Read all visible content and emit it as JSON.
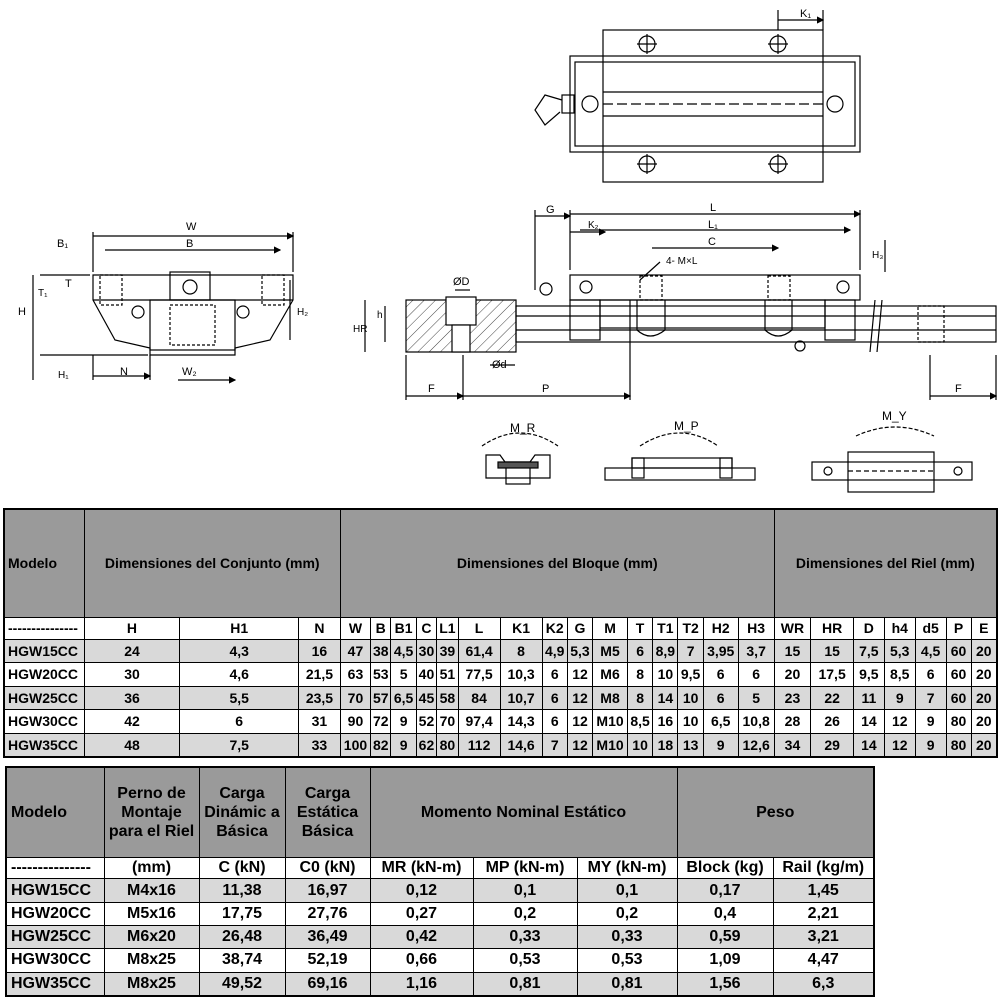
{
  "dim_labels": {
    "K1": "K₁",
    "W": "W",
    "B": "B",
    "B1": "B₁",
    "T": "T",
    "T1": "T₁",
    "H": "H",
    "H2": "H₂",
    "H1": "H₁",
    "N": "N",
    "W2": "W₂",
    "G": "G",
    "L": "L",
    "L1": "L₁",
    "K2": "K₂",
    "C": "C",
    "MxL": "4- M×L",
    "H3": "H₃",
    "OD": "ØD",
    "Od": "Ød",
    "HR": "HR",
    "h": "h",
    "F": "F",
    "P": "P",
    "MR": "M_R",
    "MP": "M_P",
    "MY": "M_Y"
  },
  "table1": {
    "header": {
      "modelo": "Modelo",
      "conjunto": "Dimensiones del Conjunto (mm)",
      "bloque": "Dimensiones del Bloque (mm)",
      "riel": "Dimensiones del Riel (mm)"
    },
    "subheader": [
      "---------------",
      "H",
      "H1",
      "N",
      "W",
      "B",
      "B1",
      "C",
      "L1",
      "L",
      "K1",
      "K2",
      "G",
      "M",
      "T",
      "T1",
      "T2",
      "H2",
      "H3",
      "WR",
      "HR",
      "D",
      "h4",
      "d5",
      "P",
      "E"
    ],
    "rows": [
      [
        "HGW15CC",
        "24",
        "4,3",
        "16",
        "47",
        "38",
        "4,5",
        "30",
        "39",
        "61,4",
        "8",
        "4,9",
        "5,3",
        "M5",
        "6",
        "8,9",
        "7",
        "3,95",
        "3,7",
        "15",
        "15",
        "7,5",
        "5,3",
        "4,5",
        "60",
        "20"
      ],
      [
        "HGW20CC",
        "30",
        "4,6",
        "21,5",
        "63",
        "53",
        "5",
        "40",
        "51",
        "77,5",
        "10,3",
        "6",
        "12",
        "M6",
        "8",
        "10",
        "9,5",
        "6",
        "6",
        "20",
        "17,5",
        "9,5",
        "8,5",
        "6",
        "60",
        "20"
      ],
      [
        "HGW25CC",
        "36",
        "5,5",
        "23,5",
        "70",
        "57",
        "6,5",
        "45",
        "58",
        "84",
        "10,7",
        "6",
        "12",
        "M8",
        "8",
        "14",
        "10",
        "6",
        "5",
        "23",
        "22",
        "11",
        "9",
        "7",
        "60",
        "20"
      ],
      [
        "HGW30CC",
        "42",
        "6",
        "31",
        "90",
        "72",
        "9",
        "52",
        "70",
        "97,4",
        "14,3",
        "6",
        "12",
        "M10",
        "8,5",
        "16",
        "10",
        "6,5",
        "10,8",
        "28",
        "26",
        "14",
        "12",
        "9",
        "80",
        "20"
      ],
      [
        "HGW35CC",
        "48",
        "7,5",
        "33",
        "100",
        "82",
        "9",
        "62",
        "80",
        "112",
        "14,6",
        "7",
        "12",
        "M10",
        "10",
        "18",
        "13",
        "9",
        "12,6",
        "34",
        "29",
        "14",
        "12",
        "9",
        "80",
        "20"
      ]
    ]
  },
  "table2": {
    "header": {
      "modelo": "Modelo",
      "perno": "Perno de Montaje para el Riel",
      "carga_din": "Carga Dinámic a Básica",
      "carga_est": "Carga Estática Básica",
      "momento": "Momento Nominal Estático",
      "peso": "Peso"
    },
    "subheader": [
      "---------------",
      "(mm)",
      "C (kN)",
      "C0 (kN)",
      "MR (kN-m)",
      "MP (kN-m)",
      "MY (kN-m)",
      "Block (kg)",
      "Rail (kg/m)"
    ],
    "rows": [
      [
        "HGW15CC",
        "M4x16",
        "11,38",
        "16,97",
        "0,12",
        "0,1",
        "0,1",
        "0,17",
        "1,45"
      ],
      [
        "HGW20CC",
        "M5x16",
        "17,75",
        "27,76",
        "0,27",
        "0,2",
        "0,2",
        "0,4",
        "2,21"
      ],
      [
        "HGW25CC",
        "M6x20",
        "26,48",
        "36,49",
        "0,42",
        "0,33",
        "0,33",
        "0,59",
        "3,21"
      ],
      [
        "HGW30CC",
        "M8x25",
        "38,74",
        "52,19",
        "0,66",
        "0,53",
        "0,53",
        "1,09",
        "4,47"
      ],
      [
        "HGW35CC",
        "M8x25",
        "49,52",
        "69,16",
        "1,16",
        "0,81",
        "0,81",
        "1,56",
        "6,3"
      ]
    ]
  }
}
